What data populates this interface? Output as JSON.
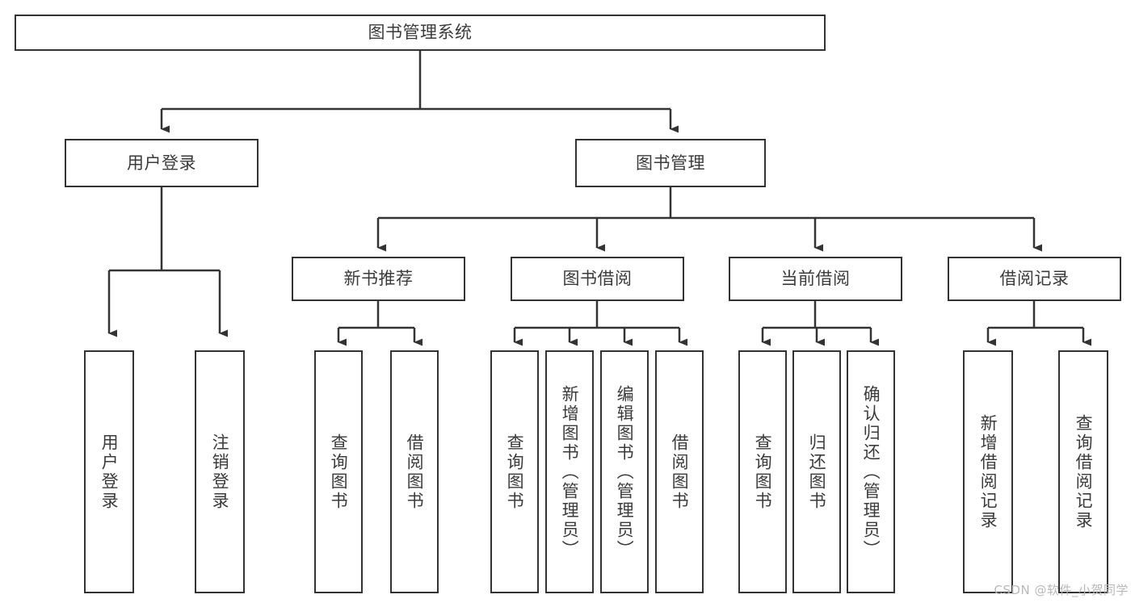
{
  "diagram": {
    "title": "图书管理系统",
    "type": "tree-hierarchy",
    "watermark": "CSDN @软件_小贺同学",
    "stroke_color": "#333333",
    "text_color": "#3b3b3b",
    "background_color": "#ffffff"
  },
  "nodes": {
    "root": {
      "label": "图书管理系统",
      "level": 1,
      "orientation": "horizontal"
    },
    "l2_user_login": {
      "label": "用户登录",
      "level": 2,
      "orientation": "horizontal"
    },
    "l2_book_manage": {
      "label": "图书管理",
      "level": 2,
      "orientation": "horizontal"
    },
    "l3_new_book_rec": {
      "label": "新书推荐",
      "level": 3,
      "orientation": "horizontal"
    },
    "l3_book_borrow": {
      "label": "图书借阅",
      "level": 3,
      "orientation": "horizontal"
    },
    "l3_current_borrow": {
      "label": "当前借阅",
      "level": 3,
      "orientation": "horizontal"
    },
    "l3_borrow_record": {
      "label": "借阅记录",
      "level": 3,
      "orientation": "horizontal"
    },
    "leaf_user_login": {
      "label": "用户登录",
      "level": 4,
      "orientation": "vertical",
      "parent": "用户登录"
    },
    "leaf_logout_login": {
      "label": "注销登录",
      "level": 4,
      "orientation": "vertical",
      "parent": "用户登录"
    },
    "leaf_query_book_a": {
      "label": "查询图书",
      "level": 4,
      "orientation": "vertical",
      "parent": "新书推荐"
    },
    "leaf_borrow_book_a": {
      "label": "借阅图书",
      "level": 4,
      "orientation": "vertical",
      "parent": "新书推荐"
    },
    "leaf_query_book_b": {
      "label": "查询图书",
      "level": 4,
      "orientation": "vertical",
      "parent": "图书借阅"
    },
    "leaf_add_book": {
      "label": "新增图书（管理员）",
      "level": 4,
      "orientation": "vertical",
      "parent": "图书借阅"
    },
    "leaf_edit_book": {
      "label": "编辑图书（管理员）",
      "level": 4,
      "orientation": "vertical",
      "parent": "图书借阅"
    },
    "leaf_borrow_book_b": {
      "label": "借阅图书",
      "level": 4,
      "orientation": "vertical",
      "parent": "图书借阅"
    },
    "leaf_query_book_c": {
      "label": "查询图书",
      "level": 4,
      "orientation": "vertical",
      "parent": "当前借阅"
    },
    "leaf_return_book": {
      "label": "归还图书",
      "level": 4,
      "orientation": "vertical",
      "parent": "当前借阅"
    },
    "leaf_confirm_return": {
      "label": "确认归还（管理员）",
      "level": 4,
      "orientation": "vertical",
      "parent": "当前借阅"
    },
    "leaf_add_record": {
      "label": "新增借阅记录",
      "level": 4,
      "orientation": "vertical",
      "parent": "借阅记录"
    },
    "leaf_query_record": {
      "label": "查询借阅记录",
      "level": 4,
      "orientation": "vertical",
      "parent": "借阅记录"
    }
  }
}
